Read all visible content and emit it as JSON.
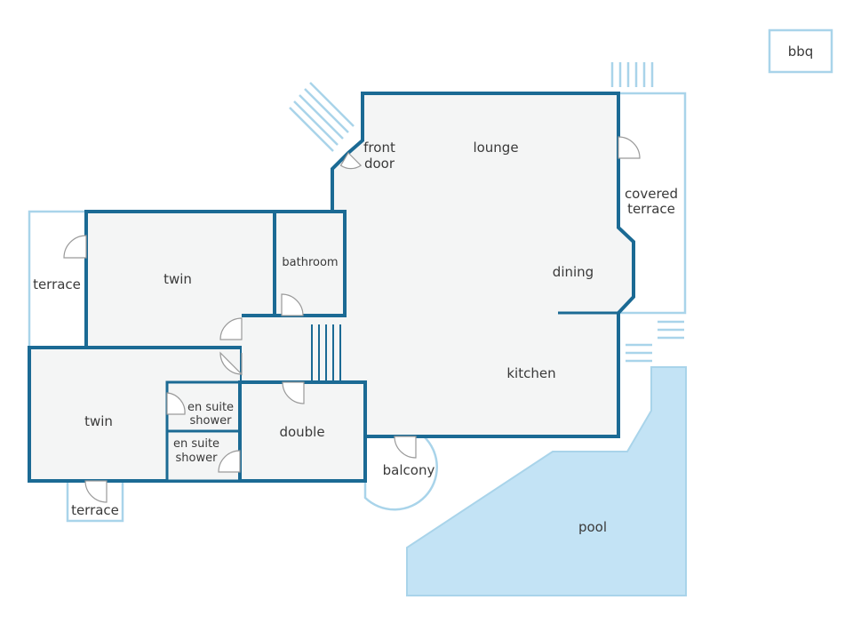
{
  "colors": {
    "wall": "#1b6a94",
    "exterior": "#a9d4ea",
    "floor": "#f4f5f5",
    "pool": "#c3e3f5",
    "label": "#3a3a3a"
  },
  "rooms": {
    "lounge": "lounge",
    "front_door": [
      "front",
      "door"
    ],
    "covered_terrace": [
      "covered",
      "terrace"
    ],
    "dining": "dining",
    "kitchen": "kitchen",
    "bathroom": "bathroom",
    "twin_upper": "twin",
    "twin_lower": "twin",
    "terrace_left": "terrace",
    "terrace_bottom": "terrace",
    "en_suite_1": [
      "en suite",
      "shower"
    ],
    "en_suite_2": [
      "en suite",
      "shower"
    ],
    "double": "double",
    "balcony": "balcony",
    "pool": "pool",
    "bbq": "bbq"
  }
}
